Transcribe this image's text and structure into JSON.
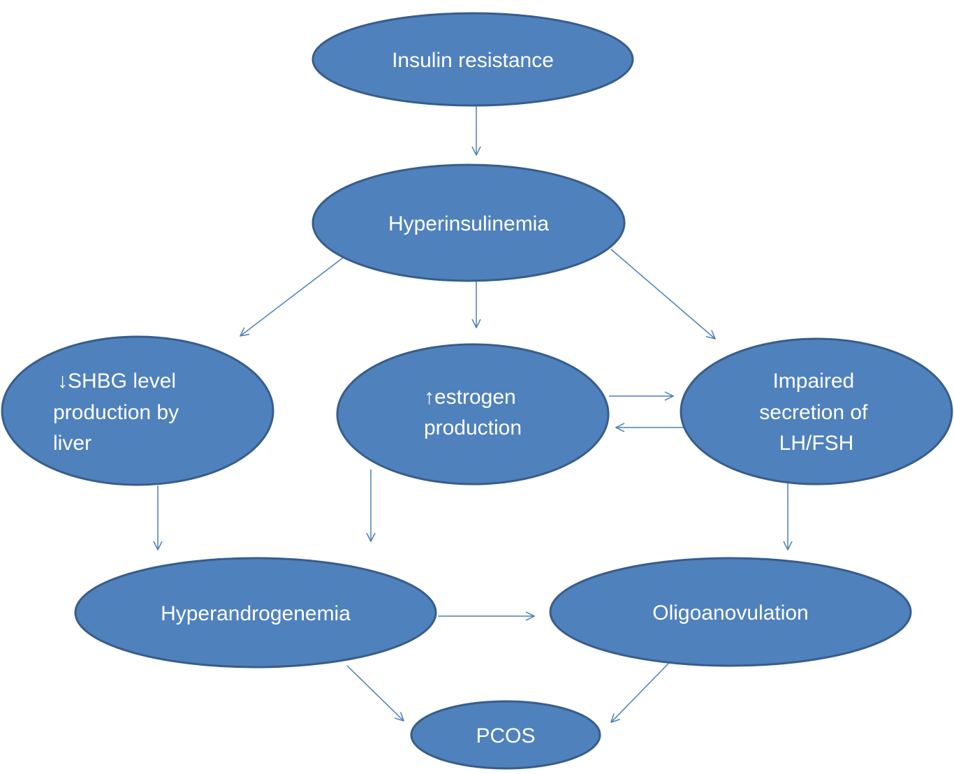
{
  "diagram": {
    "title": "Pathogenesis of PCOS",
    "colors": {
      "node_fill": "#4f81bd",
      "node_stroke": "#385d8a",
      "text": "#ffffff",
      "arrow": "#4a7ebb"
    },
    "nodes": {
      "insulin_resistance": {
        "lines": [
          "Insulin resistance"
        ]
      },
      "hyperinsulinemia": {
        "lines": [
          "Hyperinsulinemia"
        ]
      },
      "shbg": {
        "lines": [
          "↓SHBG  level",
          "production by",
          "liver"
        ]
      },
      "estrogen": {
        "lines": [
          "↑estrogen",
          "production"
        ]
      },
      "lh_fsh": {
        "lines": [
          "Impaired",
          "secretion of",
          "LH/FSH"
        ]
      },
      "hyperandrogenemia": {
        "lines": [
          "Hyperandrogenemia"
        ]
      },
      "oligoanovulation": {
        "lines": [
          "Oligoanovulation"
        ]
      },
      "pcos": {
        "lines": [
          "PCOS"
        ]
      }
    },
    "edges": [
      {
        "from": "insulin_resistance",
        "to": "hyperinsulinemia"
      },
      {
        "from": "hyperinsulinemia",
        "to": "shbg"
      },
      {
        "from": "hyperinsulinemia",
        "to": "estrogen"
      },
      {
        "from": "hyperinsulinemia",
        "to": "lh_fsh"
      },
      {
        "from": "estrogen",
        "to": "lh_fsh"
      },
      {
        "from": "lh_fsh",
        "to": "estrogen"
      },
      {
        "from": "shbg",
        "to": "hyperandrogenemia"
      },
      {
        "from": "estrogen",
        "to": "hyperandrogenemia"
      },
      {
        "from": "lh_fsh",
        "to": "oligoanovulation"
      },
      {
        "from": "hyperandrogenemia",
        "to": "oligoanovulation"
      },
      {
        "from": "hyperandrogenemia",
        "to": "pcos"
      },
      {
        "from": "oligoanovulation",
        "to": "pcos"
      }
    ]
  }
}
